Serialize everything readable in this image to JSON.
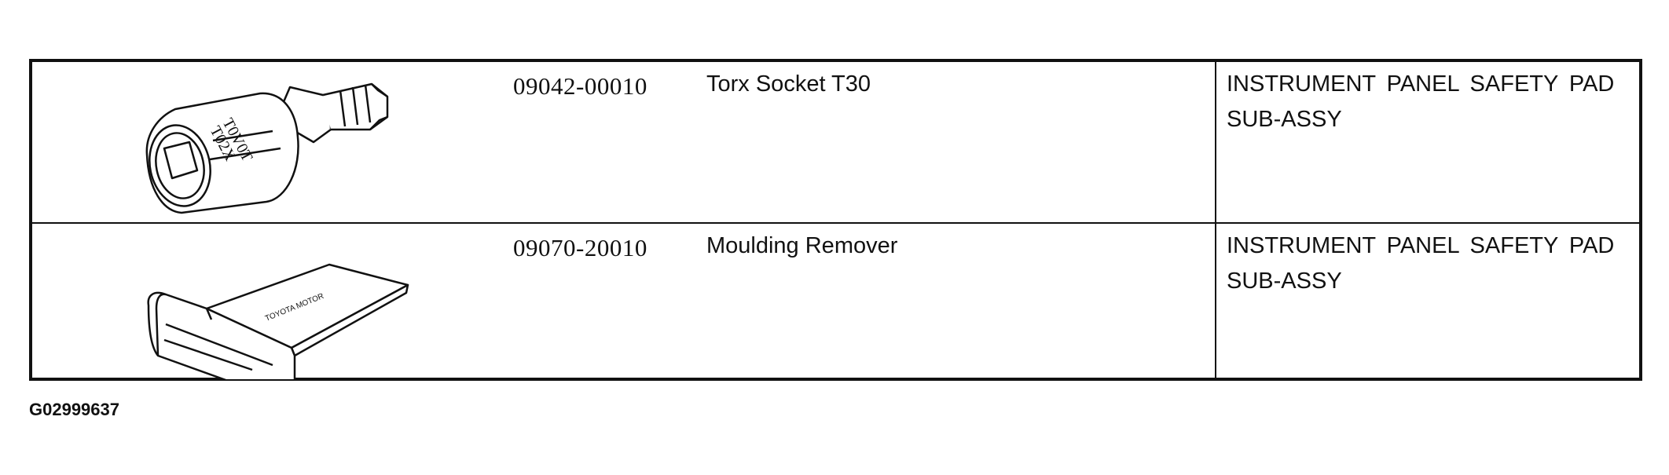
{
  "tools": [
    {
      "part_number": "09042-00010",
      "name": "Torx Socket T30",
      "applies_to": "INSTRUMENT PANEL SAFETY PAD SUB-ASSY",
      "illustration": "torx-socket-icon",
      "illustration_text": [
        "T0V0T",
        "T02X"
      ]
    },
    {
      "part_number": "09070-20010",
      "name": "Moulding Remover",
      "applies_to": "INSTRUMENT PANEL SAFETY PAD SUB-ASSY",
      "illustration": "moulding-remover-icon",
      "illustration_text": "TOYOTA MOTOR"
    }
  ],
  "figure_id": "G02999637"
}
